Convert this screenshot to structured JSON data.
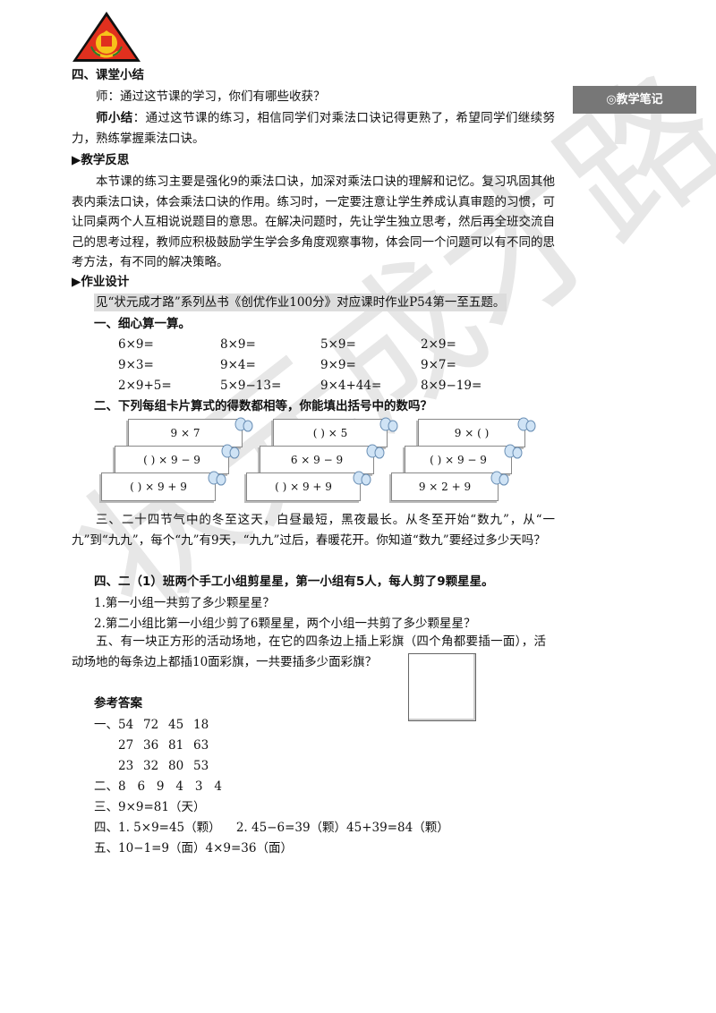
{
  "sidebar": {
    "note_tag": "◎教学笔记"
  },
  "summary": {
    "heading": "四、课堂小结",
    "teacher_q": "师：通过这节课的学习，你们有哪些收获？",
    "teacher_sum_label": "师小结",
    "teacher_sum_text": "：通过这节课的练习，相信同学们对乘法口诀记得更熟了，希望同学们继续努力，熟练掌握乘法口诀。"
  },
  "reflection": {
    "heading": "▶教学反思",
    "text": "本节课的练习主要是强化9的乘法口诀，加深对乘法口诀的理解和记忆。复习巩固其他表内乘法口诀，体会乘法口诀的作用。练习时，一定要注意让学生养成认真审题的习惯，可让同桌两个人互相说说题目的意思。在解决问题时，先让学生独立思考，然后再全班交流自己的思考过程，教师应积极鼓励学生学会多角度观察事物，体会同一个问题可以有不同的思考方法，有不同的解决策略。"
  },
  "homework": {
    "heading": "▶作业设计",
    "ref": "见“状元成才路”系列丛书《创优作业100分》对应课时作业P54第一至五题。",
    "q1_title": "一、细心算一算。",
    "q1_rows": [
      [
        "6×9=",
        "8×9=",
        "5×9=",
        "2×9="
      ],
      [
        "9×3=",
        "9×4=",
        "9×9=",
        "9×7="
      ],
      [
        "2×9+5=",
        "5×9−13=",
        "9×4+44=",
        "8×9−19="
      ]
    ],
    "q2_title": "二、下列每组卡片算式的得数都相等，你能填出括号中的数吗？",
    "q2_groups": [
      [
        "9 × 7",
        "(      ) × 9 − 9",
        "(      ) × 9 + 9"
      ],
      [
        "(      ) × 5",
        "6 × 9 − 9",
        "(      ) × 9 + 9"
      ],
      [
        "9 × (      )",
        "(      ) × 9 − 9",
        "9 × 2 + 9"
      ]
    ],
    "q3": "三、二十四节气中的冬至这天，白昼最短，黑夜最长。从冬至开始“数九”，从“一九”到“九九”，每个“九”有9天，“九九”过后，春暖花开。你知道“数九”要经过多少天吗？",
    "q4_title": "四、二（1）班两个手工小组剪星星，第一小组有5人，每人剪了9颗星星。",
    "q4_sub1": "1.第一小组一共剪了多少颗星星？",
    "q4_sub2": "2.第二小组比第一小组少剪了6颗星星，两个小组一共剪了多少颗星星？",
    "q5": "五、有一块正方形的活动场地，在它的四条边上插上彩旗（四个角都要插一面），活动场地的每条边上都插10面彩旗，一共要插多少面彩旗？"
  },
  "answers": {
    "heading": "参考答案",
    "a1_prefix": "一、",
    "a1_rows": [
      [
        "54",
        "72",
        "45",
        "18"
      ],
      [
        "27",
        "36",
        "81",
        "63"
      ],
      [
        "23",
        "32",
        "80",
        "53"
      ]
    ],
    "a2": "二、8   6   9   4   3   4",
    "a3": "三、9×9=81（天）",
    "a4": "四、1. 5×9=45（颗）    2. 45−6=39（颗）45+39=84（颗）",
    "a5": "五、10−1=9（面）4×9=36（面）"
  },
  "watermark": "状元成才路"
}
